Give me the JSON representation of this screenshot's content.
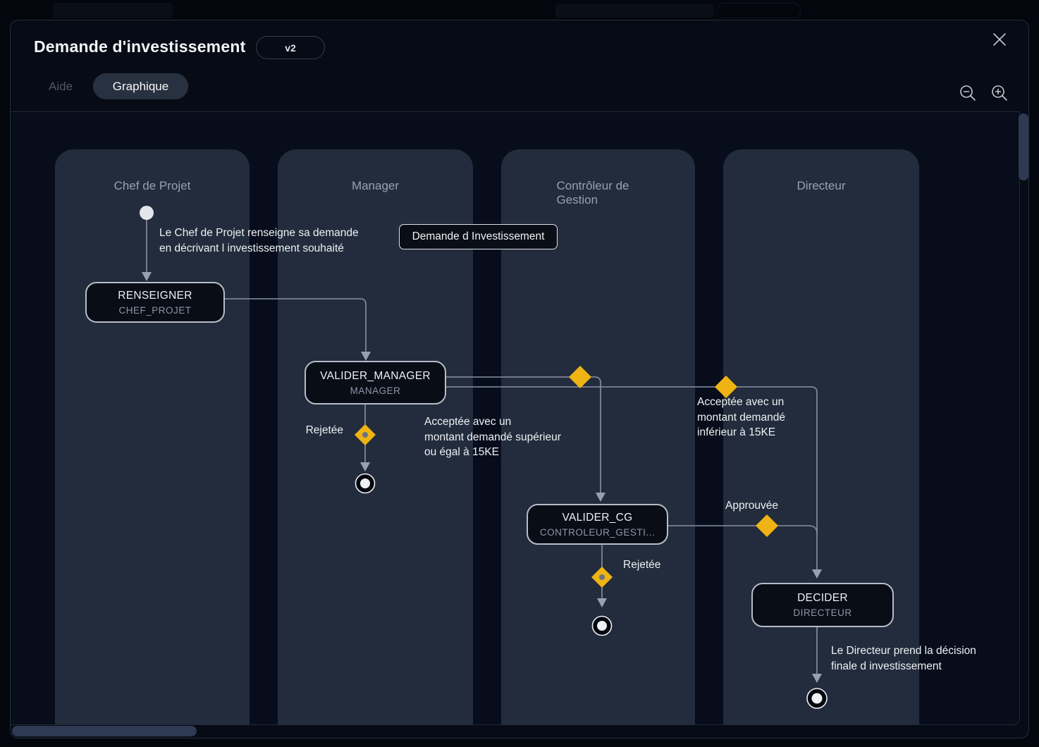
{
  "window": {
    "title": "Demande d'investissement",
    "version": "v2",
    "tabs": [
      {
        "label": "Aide"
      },
      {
        "label": "Graphique"
      }
    ],
    "active_tab": "Graphique",
    "icons": [
      "close-icon",
      "zoom-out-icon",
      "zoom-in-icon"
    ]
  },
  "diagram": {
    "lanes": [
      {
        "title": "Chef de Projet"
      },
      {
        "title": "Manager"
      },
      {
        "title": "Contrôleur de Gestion"
      },
      {
        "title": "Directeur"
      }
    ],
    "nodes": [
      {
        "name": "RENSEIGNER",
        "role": "CHEF_PROJET"
      },
      {
        "name": "VALIDER_MANAGER",
        "role": "MANAGER"
      },
      {
        "name": "VALIDER_CG",
        "role": "CONTROLEUR_GESTI..."
      },
      {
        "name": "DECIDER",
        "role": "DIRECTEUR"
      }
    ],
    "artifact_label": "Demande d Investissement",
    "annotations": [
      {
        "lines": [
          "Le Chef de Projet renseigne sa demande",
          "en décrivant l investissement souhaité"
        ]
      },
      {
        "lines": [
          "Acceptée avec un",
          "montant demandé supérieur",
          "ou égal à 15KE"
        ]
      },
      {
        "lines": [
          "Acceptée avec un",
          "montant demandé",
          "inférieur à 15KE"
        ]
      },
      {
        "lines": [
          "Le Directeur prend la décision",
          "finale d investissement"
        ]
      }
    ],
    "edge_labels": {
      "rejected_manager": "Rejetée",
      "rejected_cg": "Rejetée",
      "approved": "Approuvée"
    },
    "colors": {
      "diamond": "#efb414",
      "edge": "#8a92a2",
      "arrow": "#98a0ae",
      "lane_bg": "#222c3c",
      "accent_white": "#eef1f4"
    }
  }
}
